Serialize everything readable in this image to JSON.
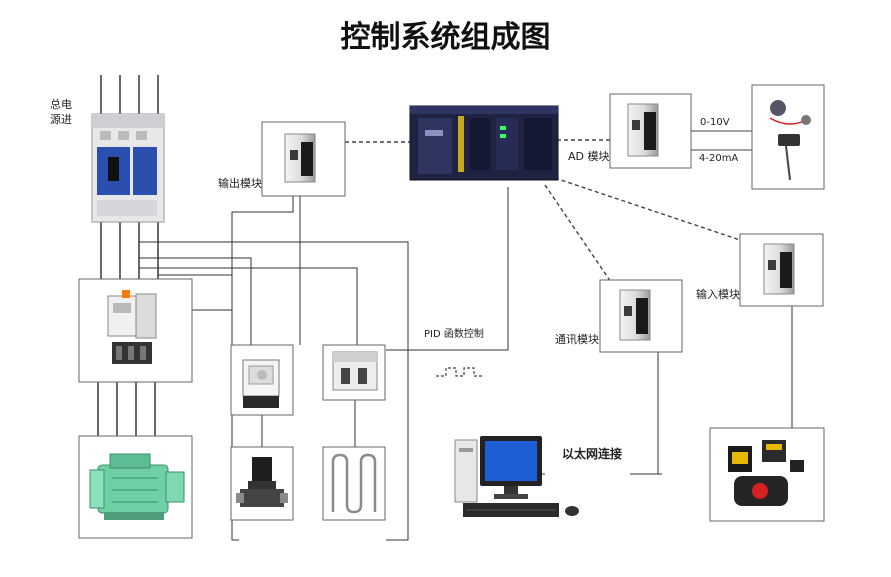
{
  "title": "控制系统组成图",
  "labels": {
    "main_power_1": "总电",
    "main_power_2": "源进",
    "output_module": "输出模块",
    "ad_module": "AD 模块",
    "ad_range_voltage": "0-10V",
    "ad_range_current": "4-20mA",
    "input_module": "输入模块",
    "comm_module": "通讯模块",
    "pid_control": "PID 函数控制",
    "ethernet": "以太网连接"
  },
  "colors": {
    "line": "#333333",
    "box_border": "#666666",
    "module_green": "#2a9d5c",
    "compressor_green": "#6fd0a6",
    "plc_body": "#1d2340"
  },
  "icons": [
    "breaker-icon",
    "contactor-icon",
    "compressor-icon",
    "relay-icon",
    "ssr-icon",
    "valve-icon",
    "heater-icon",
    "plc-icon",
    "io-module-icon",
    "sensor-icon",
    "computer-icon"
  ]
}
